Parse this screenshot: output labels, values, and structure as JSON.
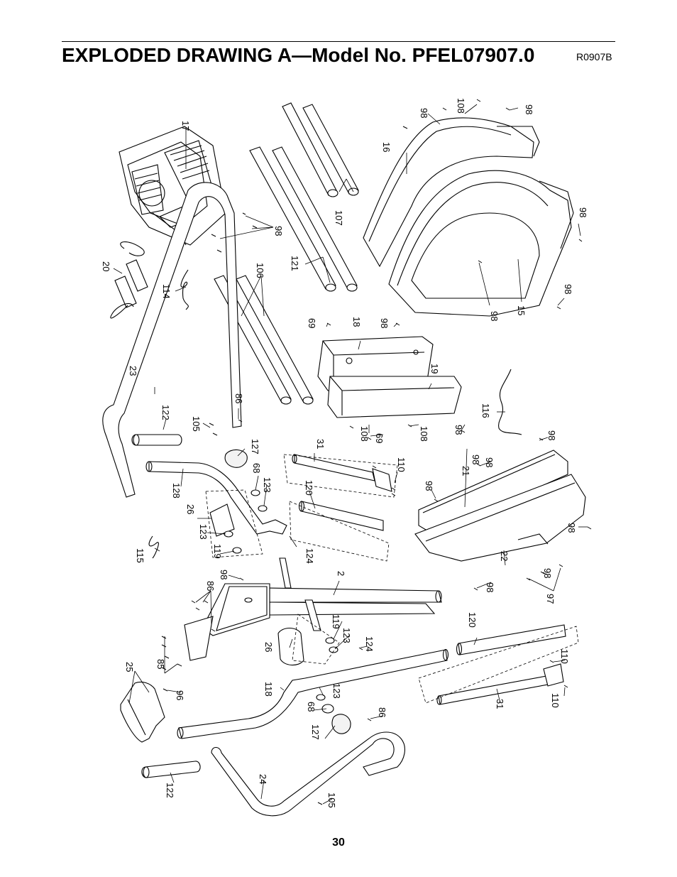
{
  "header": {
    "title": "EXPLODED DRAWING A—Model No. PFEL07907.0",
    "drawing_code": "R0907B"
  },
  "page_number": "30",
  "part_labels": {
    "p2": "2",
    "p15": "15",
    "p16": "16",
    "p17": "17",
    "p18": "18",
    "p19": "19",
    "p20": "20",
    "p21": "21",
    "p22": "22",
    "p23": "23",
    "p24": "24",
    "p25": "25",
    "p26a": "26",
    "p26b": "26",
    "p31a": "31",
    "p31b": "31",
    "p68a": "68",
    "p68b": "68",
    "p69a": "69",
    "p69b": "69",
    "p85": "85",
    "p86a": "86",
    "p86b": "86",
    "p86c": "86",
    "p96": "96",
    "p97": "97",
    "p98a": "98",
    "p98b": "98",
    "p98c": "98",
    "p98d": "98",
    "p98e": "98",
    "p98f": "98",
    "p98g": "98",
    "p98h": "98",
    "p98i": "98",
    "p98j": "98",
    "p98k": "98",
    "p98l": "98",
    "p98m": "98",
    "p98n": "98",
    "p98o": "98",
    "p98p": "98",
    "p105a": "105",
    "p105b": "105",
    "p106": "106",
    "p107": "107",
    "p108a": "108",
    "p108b": "108",
    "p108c": "108",
    "p110a": "110",
    "p110b": "110",
    "p110c": "110",
    "p114": "114",
    "p115": "115",
    "p116": "116",
    "p118": "118",
    "p119a": "119",
    "p119b": "119",
    "p120a": "120",
    "p120b": "120",
    "p121": "121",
    "p122a": "122",
    "p122b": "122",
    "p123a": "123",
    "p123b": "123",
    "p123c": "123",
    "p123d": "123",
    "p124a": "124",
    "p124b": "124",
    "p127a": "127",
    "p127b": "127",
    "p128": "128"
  }
}
